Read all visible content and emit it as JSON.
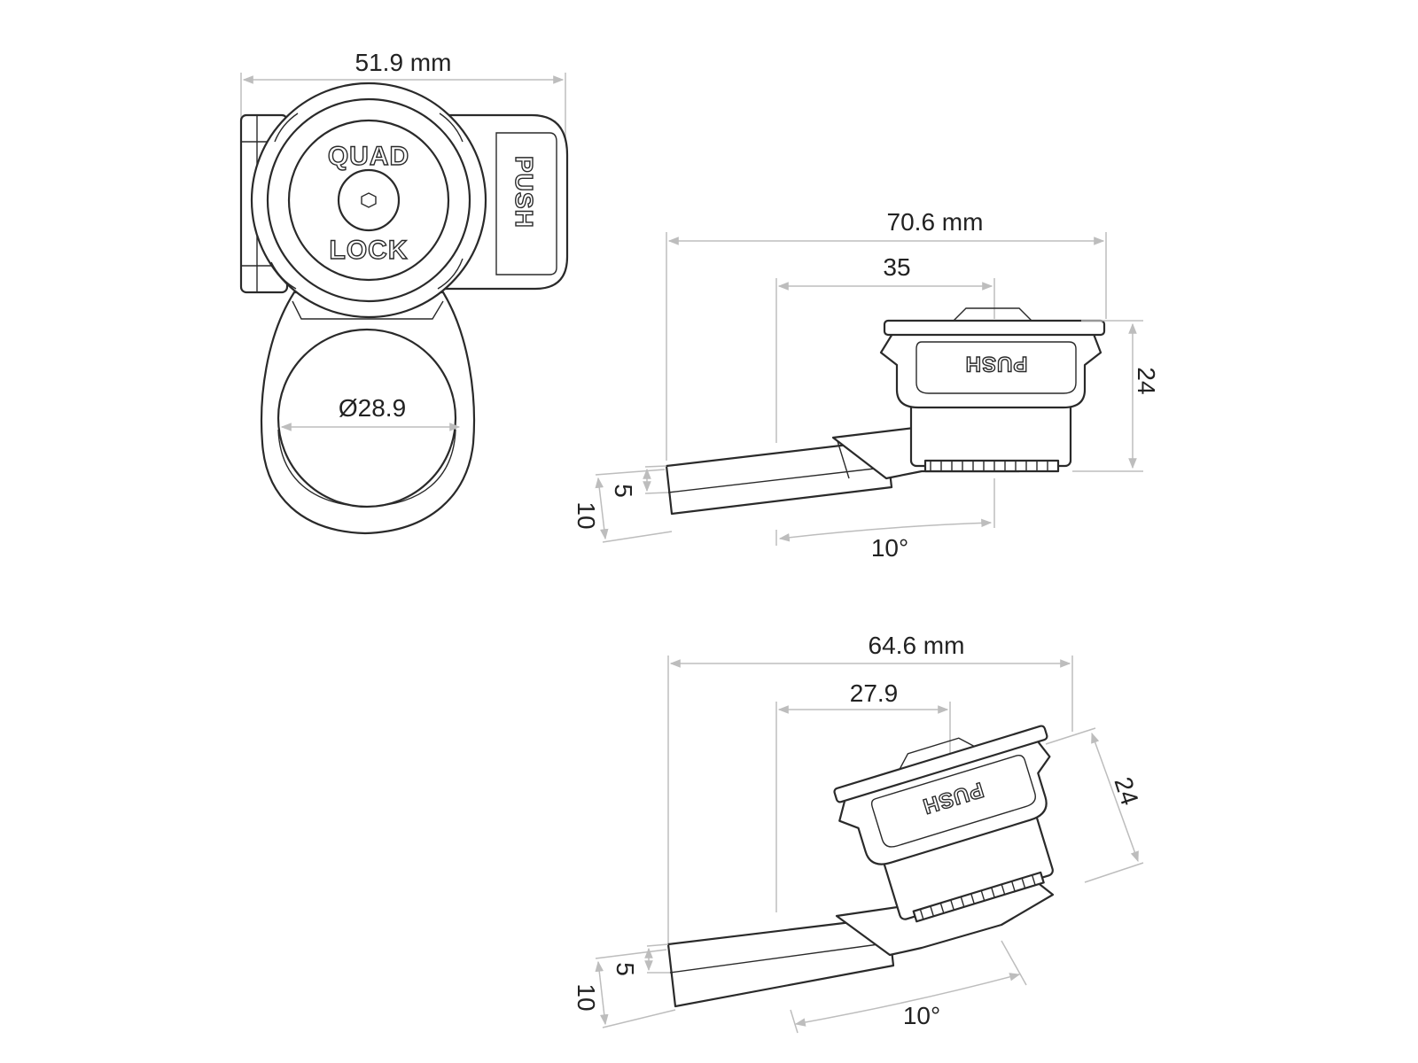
{
  "front_view": {
    "width_label": "51.9 mm",
    "diameter_label": "Ø28.9",
    "logo_top": "QUAD",
    "logo_bottom": "LOCK",
    "push_label": "PUSH"
  },
  "side_view_top": {
    "overall_label": "70.6 mm",
    "offset_label": "35",
    "height_label": "24",
    "thickness_small_label": "5",
    "thickness_large_label": "10",
    "angle_label": "10°",
    "push_label": "PUSH"
  },
  "side_view_bottom": {
    "overall_label": "64.6 mm",
    "offset_label": "27.9",
    "height_label": "24",
    "thickness_small_label": "5",
    "thickness_large_label": "10",
    "angle_label": "10°",
    "push_label": "PUSH"
  }
}
